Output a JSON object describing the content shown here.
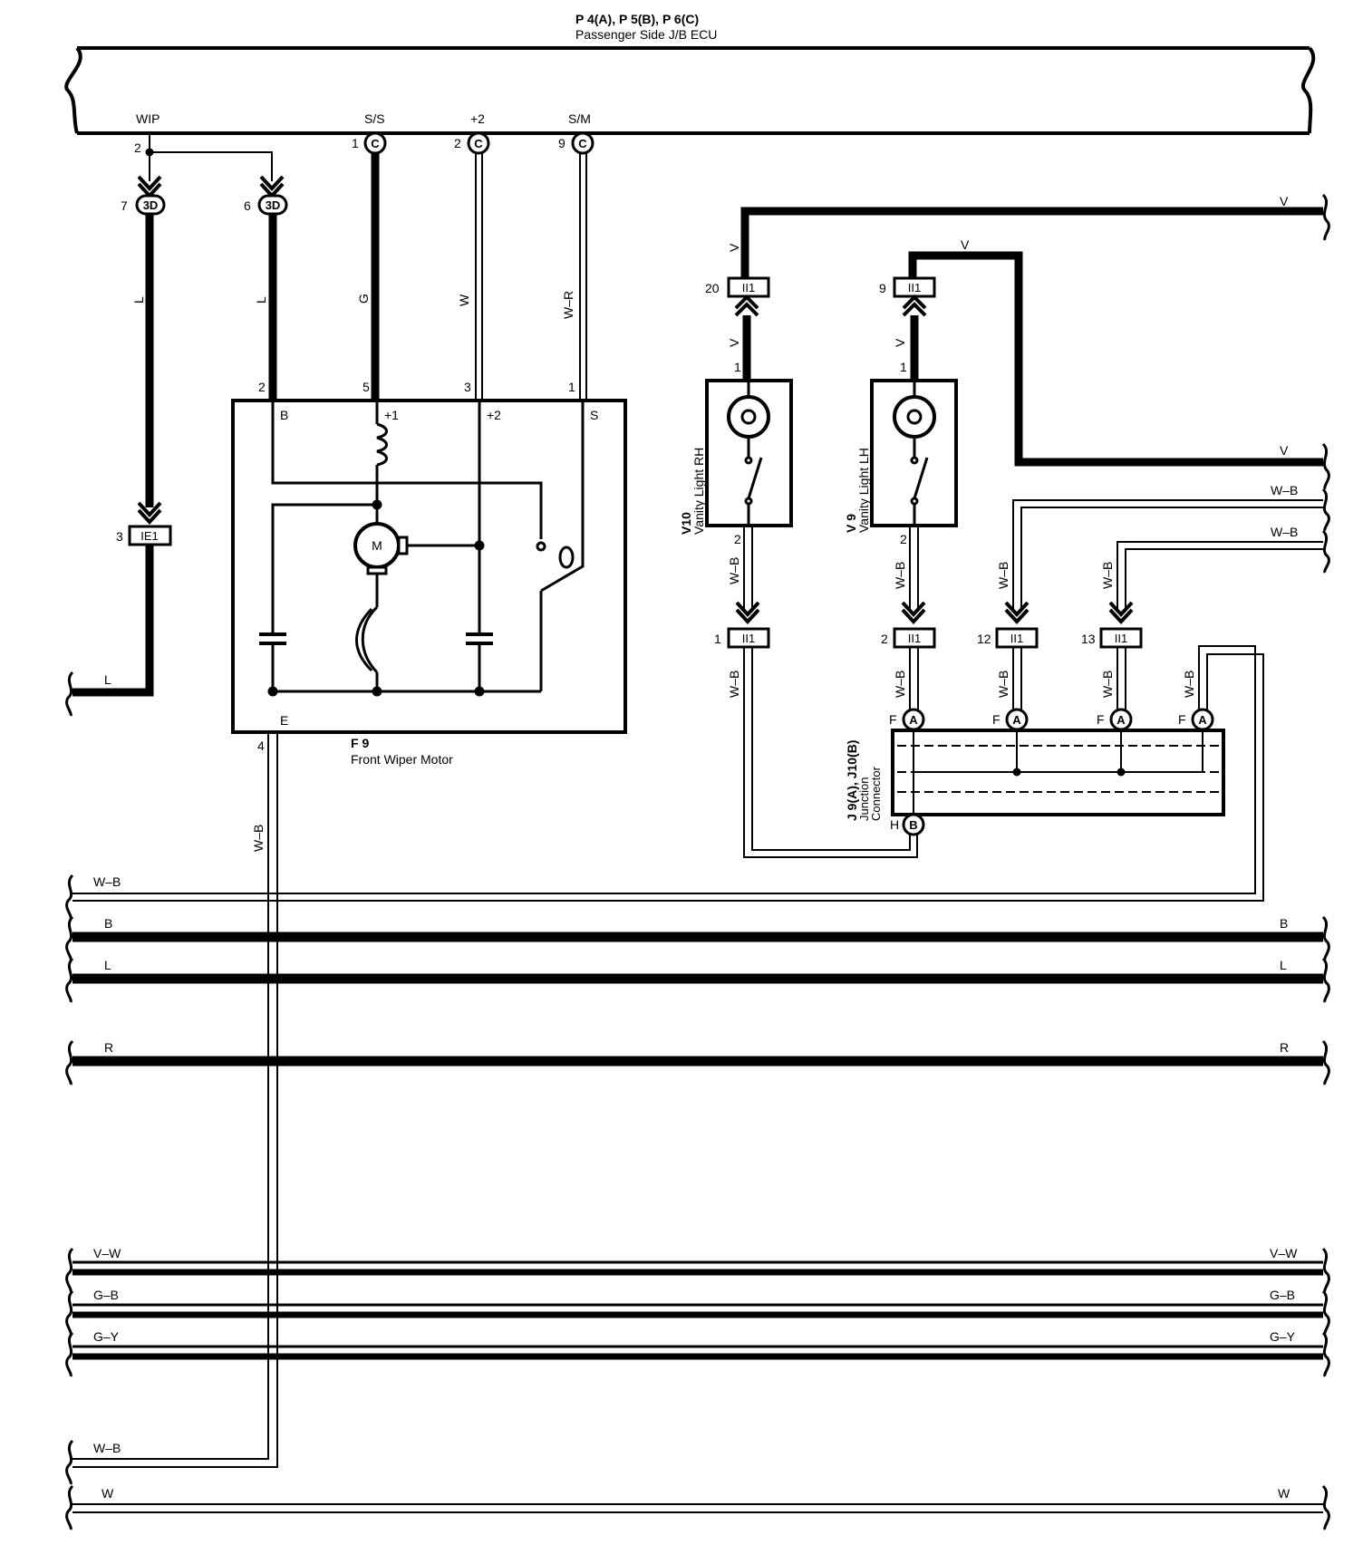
{
  "ecu": {
    "id": "P 4(A), P 5(B), P 6(C)",
    "name": "Passenger Side J/B ECU",
    "terminals": [
      {
        "label": "WIP",
        "pin": "2",
        "conn": ""
      },
      {
        "label": "S/S",
        "pin": "1",
        "conn": "C"
      },
      {
        "label": "+2",
        "pin": "2",
        "conn": "C"
      },
      {
        "label": "S/M",
        "pin": "9",
        "conn": "C"
      }
    ]
  },
  "junctions3d": [
    {
      "pin": "7",
      "code": "3D"
    },
    {
      "pin": "6",
      "code": "3D"
    }
  ],
  "ie1": {
    "pin": "3",
    "code": "IE1"
  },
  "wires": {
    "l1": "L",
    "l2": "L",
    "g": "G",
    "w": "W",
    "wr": "W–R",
    "l_bottom": "L",
    "wb_motor": "W–B",
    "v_top": "V",
    "v_rh": "V",
    "v_rh2": "V",
    "v_lh": "V",
    "v_lh2": "V",
    "v_right": "V",
    "wb_a": "W–B",
    "wb_b": "W–B",
    "wb_rh1": "W–B",
    "wb_rh2": "W–B",
    "wb_lh1": "W–B",
    "wb_lh2": "W–B",
    "wb_12a": "W–B",
    "wb_12b": "W–B",
    "wb_13a": "W–B",
    "wb_13b": "W–B",
    "wb_far": "W–B"
  },
  "motor": {
    "id": "F 9",
    "name": "Front Wiper Motor",
    "pins": {
      "b": "2",
      "p1": "5",
      "p2": "3",
      "s": "1",
      "e": "4"
    },
    "terms": {
      "b": "B",
      "p1": "+1",
      "p2": "+2",
      "s": "S",
      "e": "E"
    },
    "m": "M"
  },
  "vanity_rh": {
    "id": "V10",
    "name": "Vanity Light RH",
    "pin_top": "1",
    "pin_bot": "2"
  },
  "vanity_lh": {
    "id": "V 9",
    "name": "Vanity Light LH",
    "pin_top": "1",
    "pin_bot": "2"
  },
  "ii1": [
    {
      "pin": "20",
      "code": "II1"
    },
    {
      "pin": "9",
      "code": "II1"
    },
    {
      "pin": "1",
      "code": "II1"
    },
    {
      "pin": "2",
      "code": "II1"
    },
    {
      "pin": "12",
      "code": "II1"
    },
    {
      "pin": "13",
      "code": "II1"
    }
  ],
  "junction_connector": {
    "id": "J 9(A), J10(B)",
    "name1": "Junction",
    "name2": "Connector",
    "f": "F",
    "a": "A",
    "h": "H",
    "b": "B"
  },
  "buses": [
    {
      "left": "W–B",
      "right": ""
    },
    {
      "left": "B",
      "right": "B"
    },
    {
      "left": "L",
      "right": "L"
    },
    {
      "left": "R",
      "right": "R"
    },
    {
      "left": "V–W",
      "right": "V–W"
    },
    {
      "left": "G–B",
      "right": "G–B"
    },
    {
      "left": "G–Y",
      "right": "G–Y"
    },
    {
      "left": "W–B",
      "right": ""
    },
    {
      "left": "W",
      "right": "W"
    }
  ]
}
